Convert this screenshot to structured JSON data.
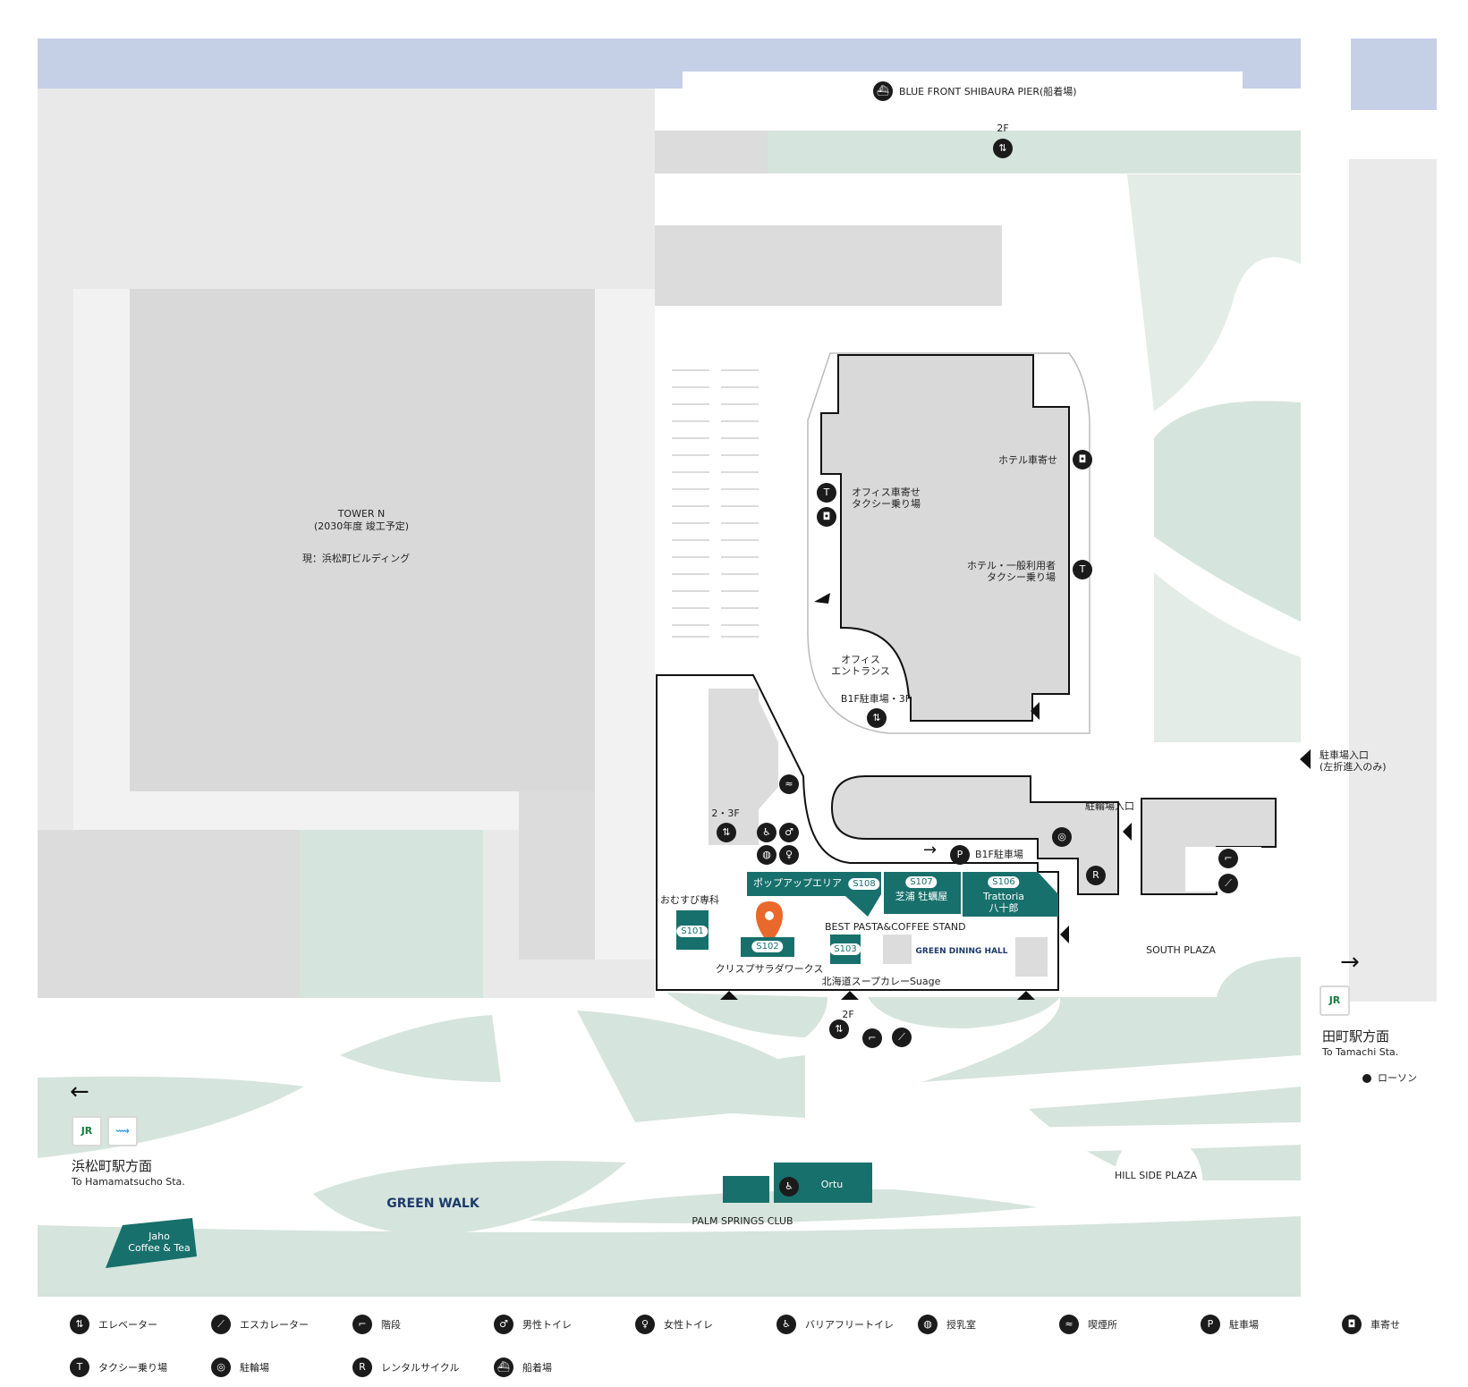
{
  "colors": {
    "water": "#c5d0e6",
    "building": "#dcdcdc",
    "green": "#d5e4dd",
    "store": "#17706c",
    "road": "#ffffff",
    "icon": "#1b1b1b",
    "pin": "#e8692b",
    "jr": "#117f3a"
  },
  "labels": {
    "pier": "BLUE FRONT SHIBAURA PIER(船着場)",
    "tower_n_1": "TOWER N",
    "tower_n_2": "(2030年度 竣工予定)",
    "tower_n_3": "現：浜松町ビルディング",
    "hotel_car": "ホテル車寄せ",
    "office_car_1": "オフィス車寄せ",
    "office_car_2": "タクシー乗り場",
    "hotel_taxi_1": "ホテル・一般利用者",
    "hotel_taxi_2": "タクシー乗り場",
    "office_ent_1": "オフィス",
    "office_ent_2": "エントランス",
    "b1f_3f": "B1F駐車場・3F",
    "floor_2f_top": "2F",
    "floor_23f": "2・3F",
    "floor_2f_bottom": "2F",
    "parking_entrance_1": "駐車場入口",
    "parking_entrance_2": "(左折進入のみ)",
    "bike_entrance": "駐輪場入口",
    "b1f_parking": "B1F駐車場",
    "south_plaza": "SOUTH PLAZA",
    "hill_side_plaza": "HILL SIDE PLAZA",
    "palm_springs": "PALM SPRINGS CLUB",
    "ortu": "Ortu",
    "jaho_1": "Jaho",
    "jaho_2": "Coffee & Tea",
    "green_walk": "GREEN WALK",
    "green_dining": "GREEN DINING HALL",
    "hamamatsucho_jp": "浜松町駅方面",
    "hamamatsucho_en": "To Hamamatsucho Sta.",
    "tamachi_jp": "田町駅方面",
    "tamachi_en": "To Tamachi Sta.",
    "lawson": "ローソン",
    "jr": "JR"
  },
  "stores": {
    "popup": "ポップアップエリア",
    "s108": "S108",
    "s107": "S107",
    "s107_name": "芝浦 牡蠣屋",
    "s106": "S106",
    "s106_name_1": "Trattoria",
    "s106_name_2": "八十郎",
    "s101": "S101",
    "s101_name": "おむすび専科",
    "s102": "S102",
    "s102_name": "クリスプサラダワークス",
    "s103": "S103",
    "s103_name": "北海道スープカレーSuage",
    "best_pasta": "BEST PASTA&COFFEE STAND"
  },
  "icons": {
    "elevator": "elevator-icon",
    "escalator": "escalator-icon",
    "stairs": "stairs-icon",
    "male": "male-toilet-icon",
    "female": "female-toilet-icon",
    "accessible": "accessible-toilet-icon",
    "nursing": "nursing-room-icon",
    "smoking": "smoking-icon",
    "parking": "parking-icon",
    "car": "car-icon",
    "taxi": "taxi-icon",
    "bicycle": "bicycle-icon",
    "rental": "rental-cycle-icon",
    "boat": "boat-icon"
  },
  "legend": [
    {
      "icon": "elevator",
      "glyph": "⇅",
      "label": "エレベーター"
    },
    {
      "icon": "escalator",
      "glyph": "⟋",
      "label": "エスカレーター"
    },
    {
      "icon": "stairs",
      "glyph": "⌐",
      "label": "階段"
    },
    {
      "icon": "male",
      "glyph": "♂",
      "label": "男性トイレ"
    },
    {
      "icon": "female",
      "glyph": "♀",
      "label": "女性トイレ"
    },
    {
      "icon": "accessible",
      "glyph": "♿",
      "label": "バリアフリートイレ"
    },
    {
      "icon": "nursing",
      "glyph": "◍",
      "label": "授乳室"
    },
    {
      "icon": "smoking",
      "glyph": "≈",
      "label": "喫煙所"
    },
    {
      "icon": "parking",
      "glyph": "P",
      "label": "駐車場"
    },
    {
      "icon": "car",
      "glyph": "◘",
      "label": "車寄せ"
    },
    {
      "icon": "taxi",
      "glyph": "T",
      "label": "タクシー乗り場"
    },
    {
      "icon": "bicycle",
      "glyph": "◎",
      "label": "駐輪場"
    },
    {
      "icon": "rental",
      "glyph": "R",
      "label": "レンタルサイクル"
    },
    {
      "icon": "boat",
      "glyph": "⛴",
      "label": "船着場"
    }
  ]
}
